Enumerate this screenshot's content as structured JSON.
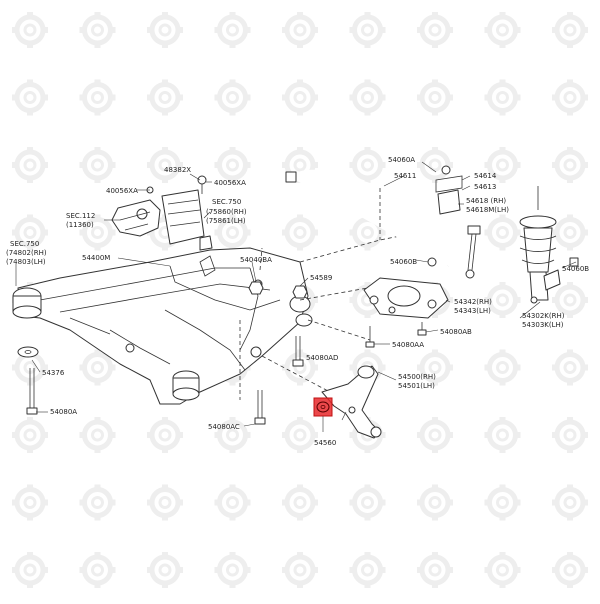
{
  "diagram": {
    "labels": {
      "l48382x": "48382X",
      "l40056xa_a": "40056XA",
      "l40056xa_b": "40056XA",
      "sec112": "SEC.112",
      "sec112_sub": "(11360)",
      "sec750_a": "SEC.750",
      "sec750_a_rh": "(75860(RH)",
      "sec750_a_lh": "(75861(LH)",
      "sec750_b": "SEC.750",
      "sec750_b_rh": "(74802(RH)",
      "sec750_b_lh": "(74803(LH)",
      "l54400m": "54400M",
      "l54040ba": "54040BA",
      "l54589": "54589",
      "l54376": "54376",
      "l54080a": "54080A",
      "l54080ac": "54080AC",
      "l54080ad": "54080AD",
      "l54560": "54560",
      "l54060a": "54060A",
      "l54611": "54611",
      "l54614": "54614",
      "l54613": "54613",
      "l54618": "54618  (RH)",
      "l54618m": "54618M(LH)",
      "l54060b_a": "54060B",
      "l54060b_b": "54060B",
      "l54342": "54342(RH)",
      "l54343": "54343(LH)",
      "l54080ab": "54080AB",
      "l54080aa": "54080AA",
      "l54500": "54500(RH)",
      "l54501": "54501(LH)",
      "l54302k": "54302K(RH)",
      "l54303k": "54303K(LH)"
    },
    "highlight": {
      "part": "54560",
      "color": "#e8282b"
    },
    "watermark_icon": "gear-wrench-icon"
  }
}
